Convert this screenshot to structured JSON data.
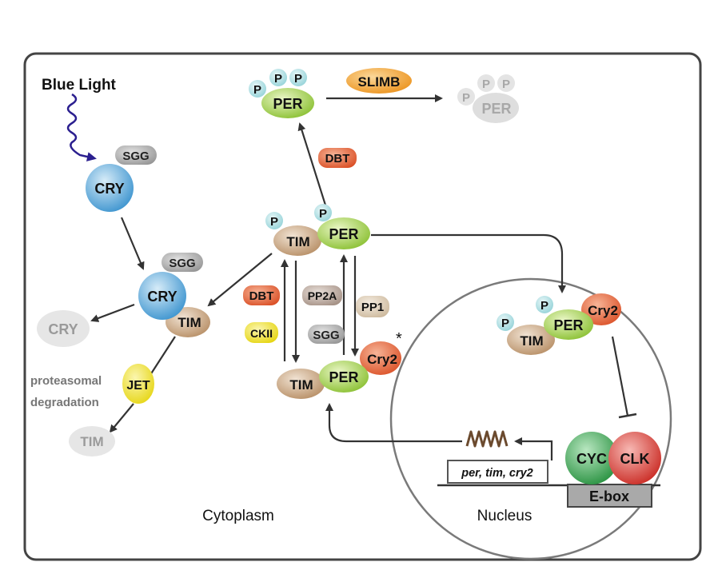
{
  "labels": {
    "blue_light": "Blue Light",
    "cytoplasm": "Cytoplasm",
    "nucleus": "Nucleus",
    "proteasomal": "proteasomal",
    "degradation": "degradation",
    "asterisk": "*",
    "gene_text": "per, tim, cry2",
    "ebox": "E-box"
  },
  "proteins": {
    "cry": "CRY",
    "tim": "TIM",
    "per": "PER",
    "sgg": "SGG",
    "jet": "JET",
    "dbt": "DBT",
    "ckii": "CKII",
    "pp2a": "PP2A",
    "pp1": "PP1",
    "cry2": "Cry2",
    "slimb": "SLIMB",
    "cyc": "CYC",
    "clk": "CLK",
    "p": "P"
  },
  "colors": {
    "blue_light_arrow": "#2b1f8f",
    "cry_blue": "#4fa3d8",
    "tim_tan": "#c9a37d",
    "per_green": "#9ccc3c",
    "phospho_cyan": "#a8dde0",
    "sgg_gray": "#a9a9a9",
    "jet_yellow": "#f0e21a",
    "kinase_orange": "#e0552a",
    "pp2a_taupe": "#b5a39a",
    "pp1_beige": "#d9c7b0",
    "slimb_orange": "#f2a02a",
    "cyc_green": "#2e9e46",
    "clk_red": "#d9352d",
    "degraded_gray": "#d8d8d8",
    "border": "#444444"
  }
}
